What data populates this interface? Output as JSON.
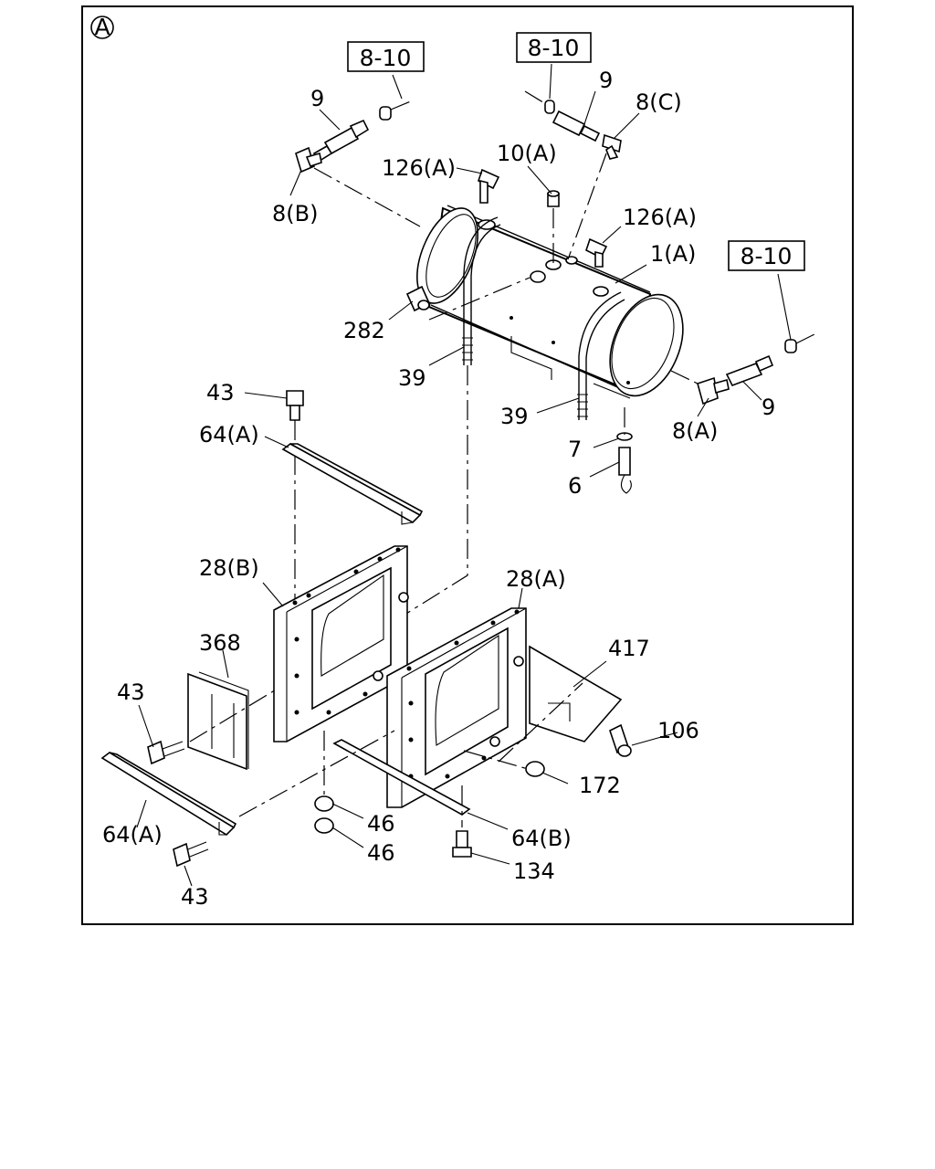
{
  "view_marker": "A",
  "ref_boxes": [
    "8-10",
    "8-10",
    "8-10"
  ],
  "labels": {
    "p9a": "9",
    "p9b": "9",
    "p9c": "9",
    "p8b": "8(B)",
    "p8c": "8(C)",
    "p8a": "8(A)",
    "p126a": "126(A)",
    "p126b": "126(A)",
    "p10a": "10(A)",
    "p1a": "1(A)",
    "p282": "282",
    "p39a": "39",
    "p39b": "39",
    "p43a": "43",
    "p43b": "43",
    "p43c": "43",
    "p64a1": "64(A)",
    "p64a2": "64(A)",
    "p64b": "64(B)",
    "p7": "7",
    "p6": "6",
    "p28b": "28(B)",
    "p28a": "28(A)",
    "p368": "368",
    "p417": "417",
    "p106": "106",
    "p172": "172",
    "p46a": "46",
    "p46b": "46",
    "p134": "134"
  }
}
